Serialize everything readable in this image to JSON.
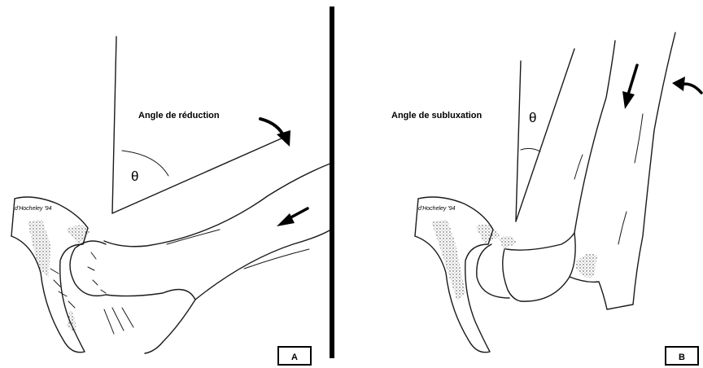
{
  "panels": [
    {
      "id": "A",
      "caption": "Angle de réduction",
      "angle_symbol": "θ",
      "badge": "A",
      "signature": "d'Hocheley '94"
    },
    {
      "id": "B",
      "caption": "Angle de subluxation",
      "angle_symbol": "θ",
      "badge": "B",
      "signature": "d'Hocheley '94"
    }
  ],
  "colors": {
    "ink": "#1a1a1a",
    "divider": "#000000",
    "background": "#ffffff"
  }
}
